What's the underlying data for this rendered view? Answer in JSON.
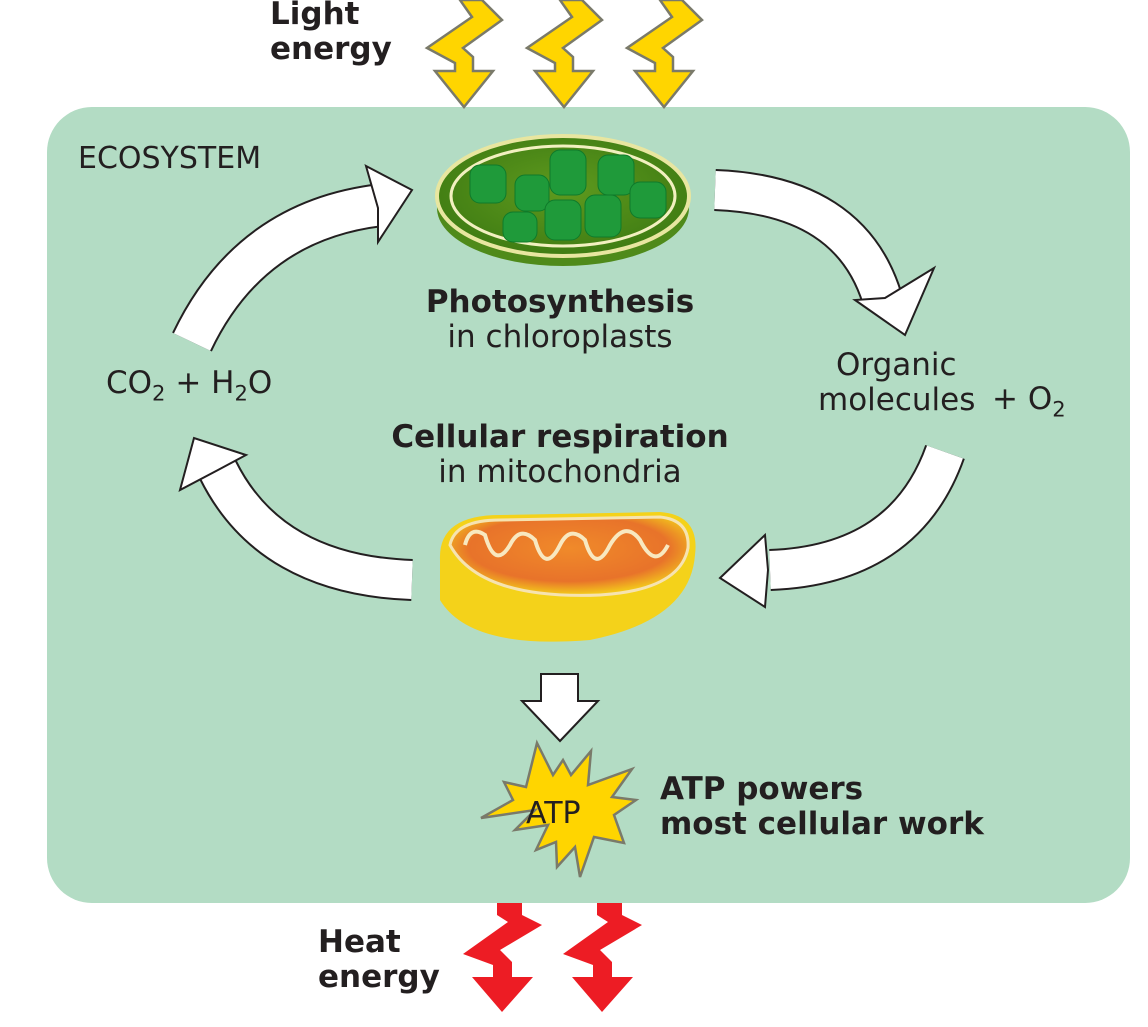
{
  "colors": {
    "ecosystem_bg": "#b3dcc4",
    "light_bolt": "#ffd500",
    "heat_bolt": "#ed1c24",
    "atp_star": "#ffd500"
  },
  "light_energy": {
    "line1": "Light",
    "line2": "energy"
  },
  "ecosystem_label": "ECOSYSTEM",
  "photosynthesis": {
    "title": "Photosynthesis",
    "subtitle": "in chloroplasts"
  },
  "respiration": {
    "title": "Cellular respiration",
    "subtitle": "in mitochondria"
  },
  "inputs": {
    "co2": "CO",
    "co2_sub": "2",
    "plus": "+ H",
    "h2o_sub": "2",
    "h2o_end": "O"
  },
  "outputs": {
    "line1": "Organic",
    "line2": "molecules",
    "plus": "+ O",
    "o2_sub": "2"
  },
  "atp": {
    "label": "ATP",
    "caption1": "ATP powers",
    "caption2": "most cellular work"
  },
  "heat_energy": {
    "line1": "Heat",
    "line2": "energy"
  }
}
